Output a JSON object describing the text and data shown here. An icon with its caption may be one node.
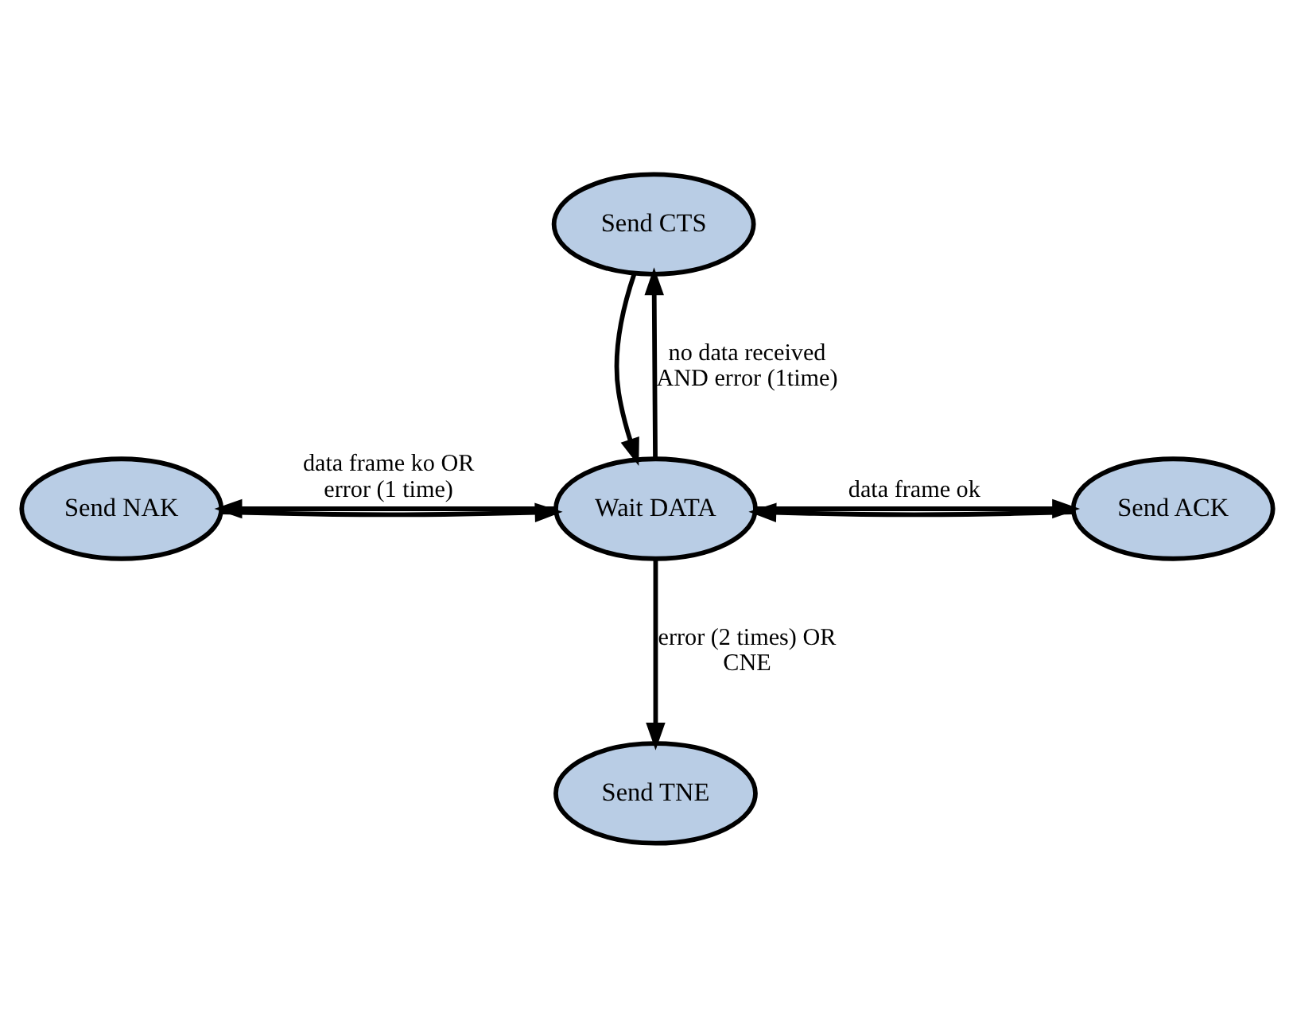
{
  "diagram": {
    "nodes": [
      {
        "text": [
          "Send CTS"
        ]
      },
      {
        "text": [
          "Send NAK"
        ]
      },
      {
        "text": [
          "Wait DATA"
        ]
      },
      {
        "text": [
          "Send ACK"
        ]
      },
      {
        "text": [
          "Send TNE"
        ]
      }
    ],
    "edges": [
      {
        "from": 2,
        "to": 0,
        "arrow": "to",
        "label": "no data received AND error (1time)"
      },
      {
        "from": 0,
        "to": 2,
        "arrow": "to"
      },
      {
        "from": 1,
        "to": 2,
        "arrow": "to"
      },
      {
        "from": 2,
        "to": 1,
        "arrow": "to",
        "label": "data frame ko OR error (1 time)"
      },
      {
        "from": 2,
        "to": 3,
        "arrow": "to",
        "label": "data frame ok"
      },
      {
        "from": 3,
        "to": 2,
        "arrow": "to"
      },
      {
        "from": 2,
        "to": 4,
        "arrow": "to",
        "label": "error (2 times) OR CNE"
      }
    ]
  }
}
